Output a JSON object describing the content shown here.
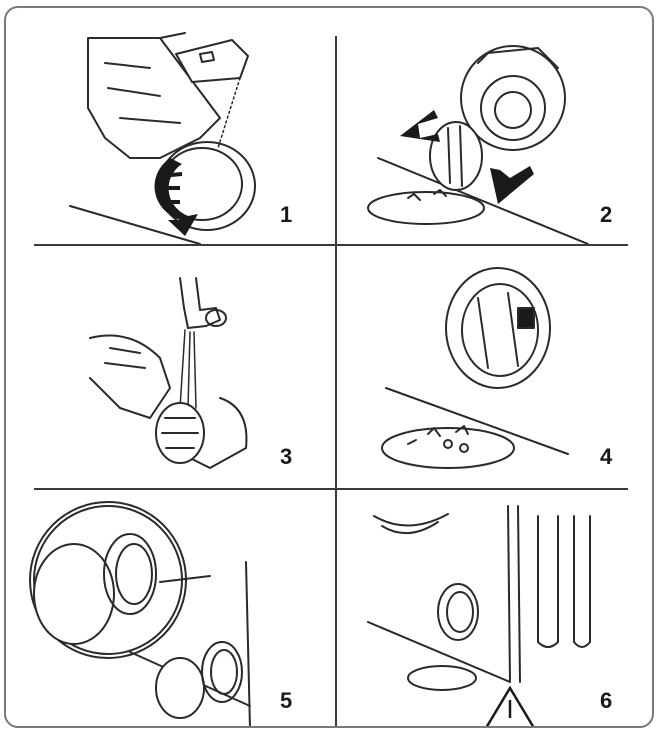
{
  "steps": [
    {
      "number": "1"
    },
    {
      "number": "2"
    },
    {
      "number": "3"
    },
    {
      "number": "4"
    },
    {
      "number": "5"
    },
    {
      "number": "6"
    }
  ],
  "colors": {
    "frame": "#7a7a7a",
    "line": "#2a2a2a",
    "fill": "#ffffff",
    "dark": "#1a1a1a"
  }
}
